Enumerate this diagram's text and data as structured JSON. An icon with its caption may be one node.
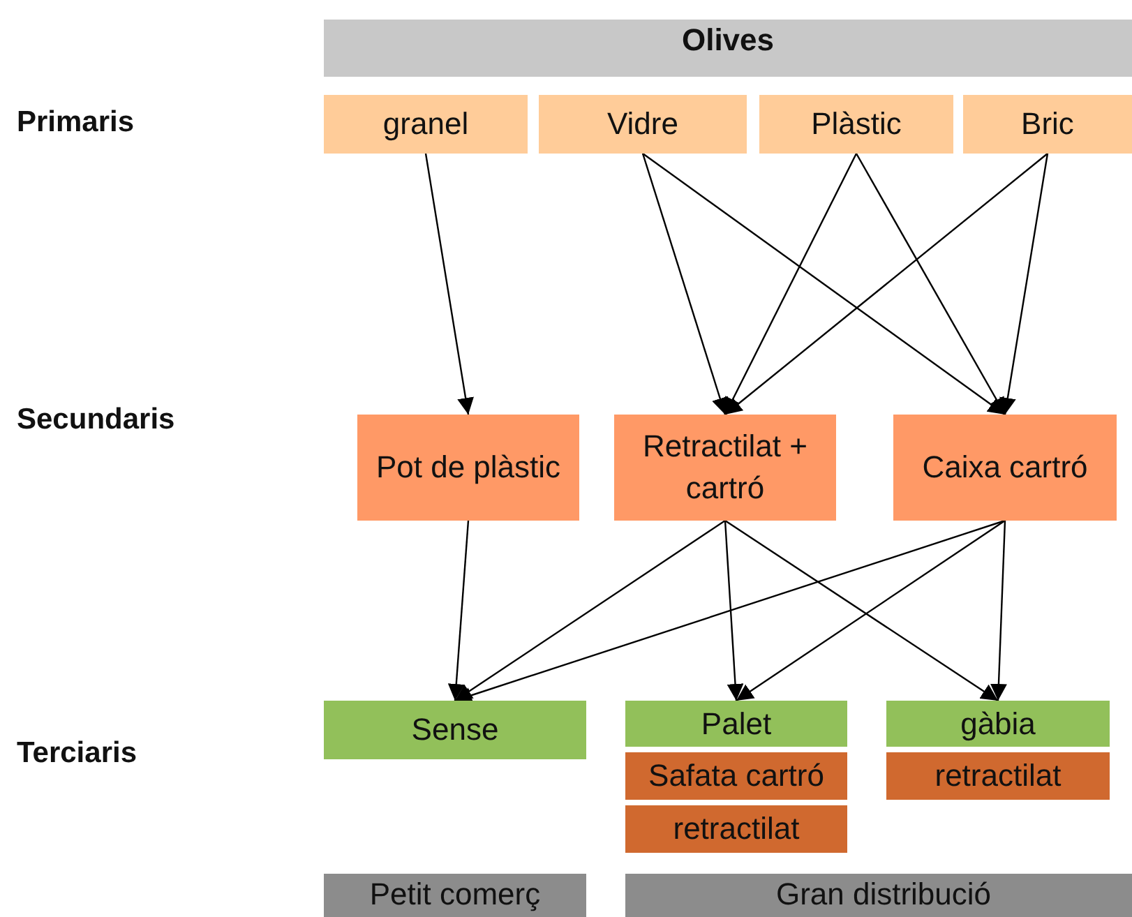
{
  "diagram": {
    "nodes": [
      {
        "text": [
          "Olives"
        ]
      },
      {
        "text": [
          "granel"
        ]
      },
      {
        "text": [
          "Vidre"
        ]
      },
      {
        "text": [
          "Plàstic"
        ]
      },
      {
        "text": [
          "Bric"
        ]
      },
      {
        "text": [
          "Pot de plàstic"
        ]
      },
      {
        "text": [
          "Retractilat + cartró"
        ]
      },
      {
        "text": [
          "Caixa cartró"
        ]
      },
      {
        "text": [
          "Sense"
        ]
      },
      {
        "text": [
          "Palet"
        ]
      },
      {
        "text": [
          "Safata cartró"
        ]
      },
      {
        "text": [
          "retractilat"
        ]
      },
      {
        "text": [
          "gàbia"
        ]
      },
      {
        "text": [
          "retractilat"
        ]
      },
      {
        "text": [
          "Petit comerç"
        ]
      },
      {
        "text": [
          "Gran distribució"
        ]
      }
    ],
    "edges": [
      {
        "from": 1,
        "to": 5,
        "arrow": "to"
      },
      {
        "from": 2,
        "to": 6,
        "arrow": "to"
      },
      {
        "from": 2,
        "to": 7,
        "arrow": "to"
      },
      {
        "from": 3,
        "to": 6,
        "arrow": "to"
      },
      {
        "from": 3,
        "to": 7,
        "arrow": "to"
      },
      {
        "from": 4,
        "to": 6,
        "arrow": "to"
      },
      {
        "from": 4,
        "to": 7,
        "arrow": "to"
      },
      {
        "from": 5,
        "to": 8,
        "arrow": "to"
      },
      {
        "from": 6,
        "to": 8,
        "arrow": "to"
      },
      {
        "from": 6,
        "to": 9,
        "arrow": "to"
      },
      {
        "from": 6,
        "to": 12,
        "arrow": "to"
      },
      {
        "from": 7,
        "to": 8,
        "arrow": "to"
      },
      {
        "from": 7,
        "to": 9,
        "arrow": "to"
      },
      {
        "from": 7,
        "to": 12,
        "arrow": "to"
      }
    ],
    "labels": [
      "Primaris",
      "Secundaris",
      "Terciaris"
    ]
  }
}
